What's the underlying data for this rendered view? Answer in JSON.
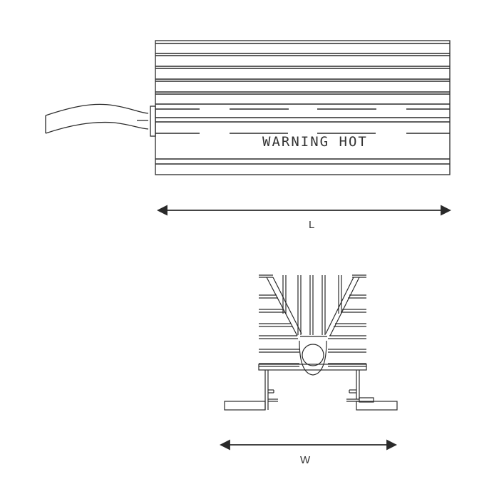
{
  "diagram": {
    "type": "technical-drawing",
    "subject": "finned aluminum housed heater / resistor",
    "colors": {
      "line": "#2a2a2a",
      "background": "#ffffff"
    },
    "side_view": {
      "label_text": "WARNING HOT",
      "dimension_label": "L"
    },
    "end_view": {
      "dimension_label": "W"
    }
  }
}
